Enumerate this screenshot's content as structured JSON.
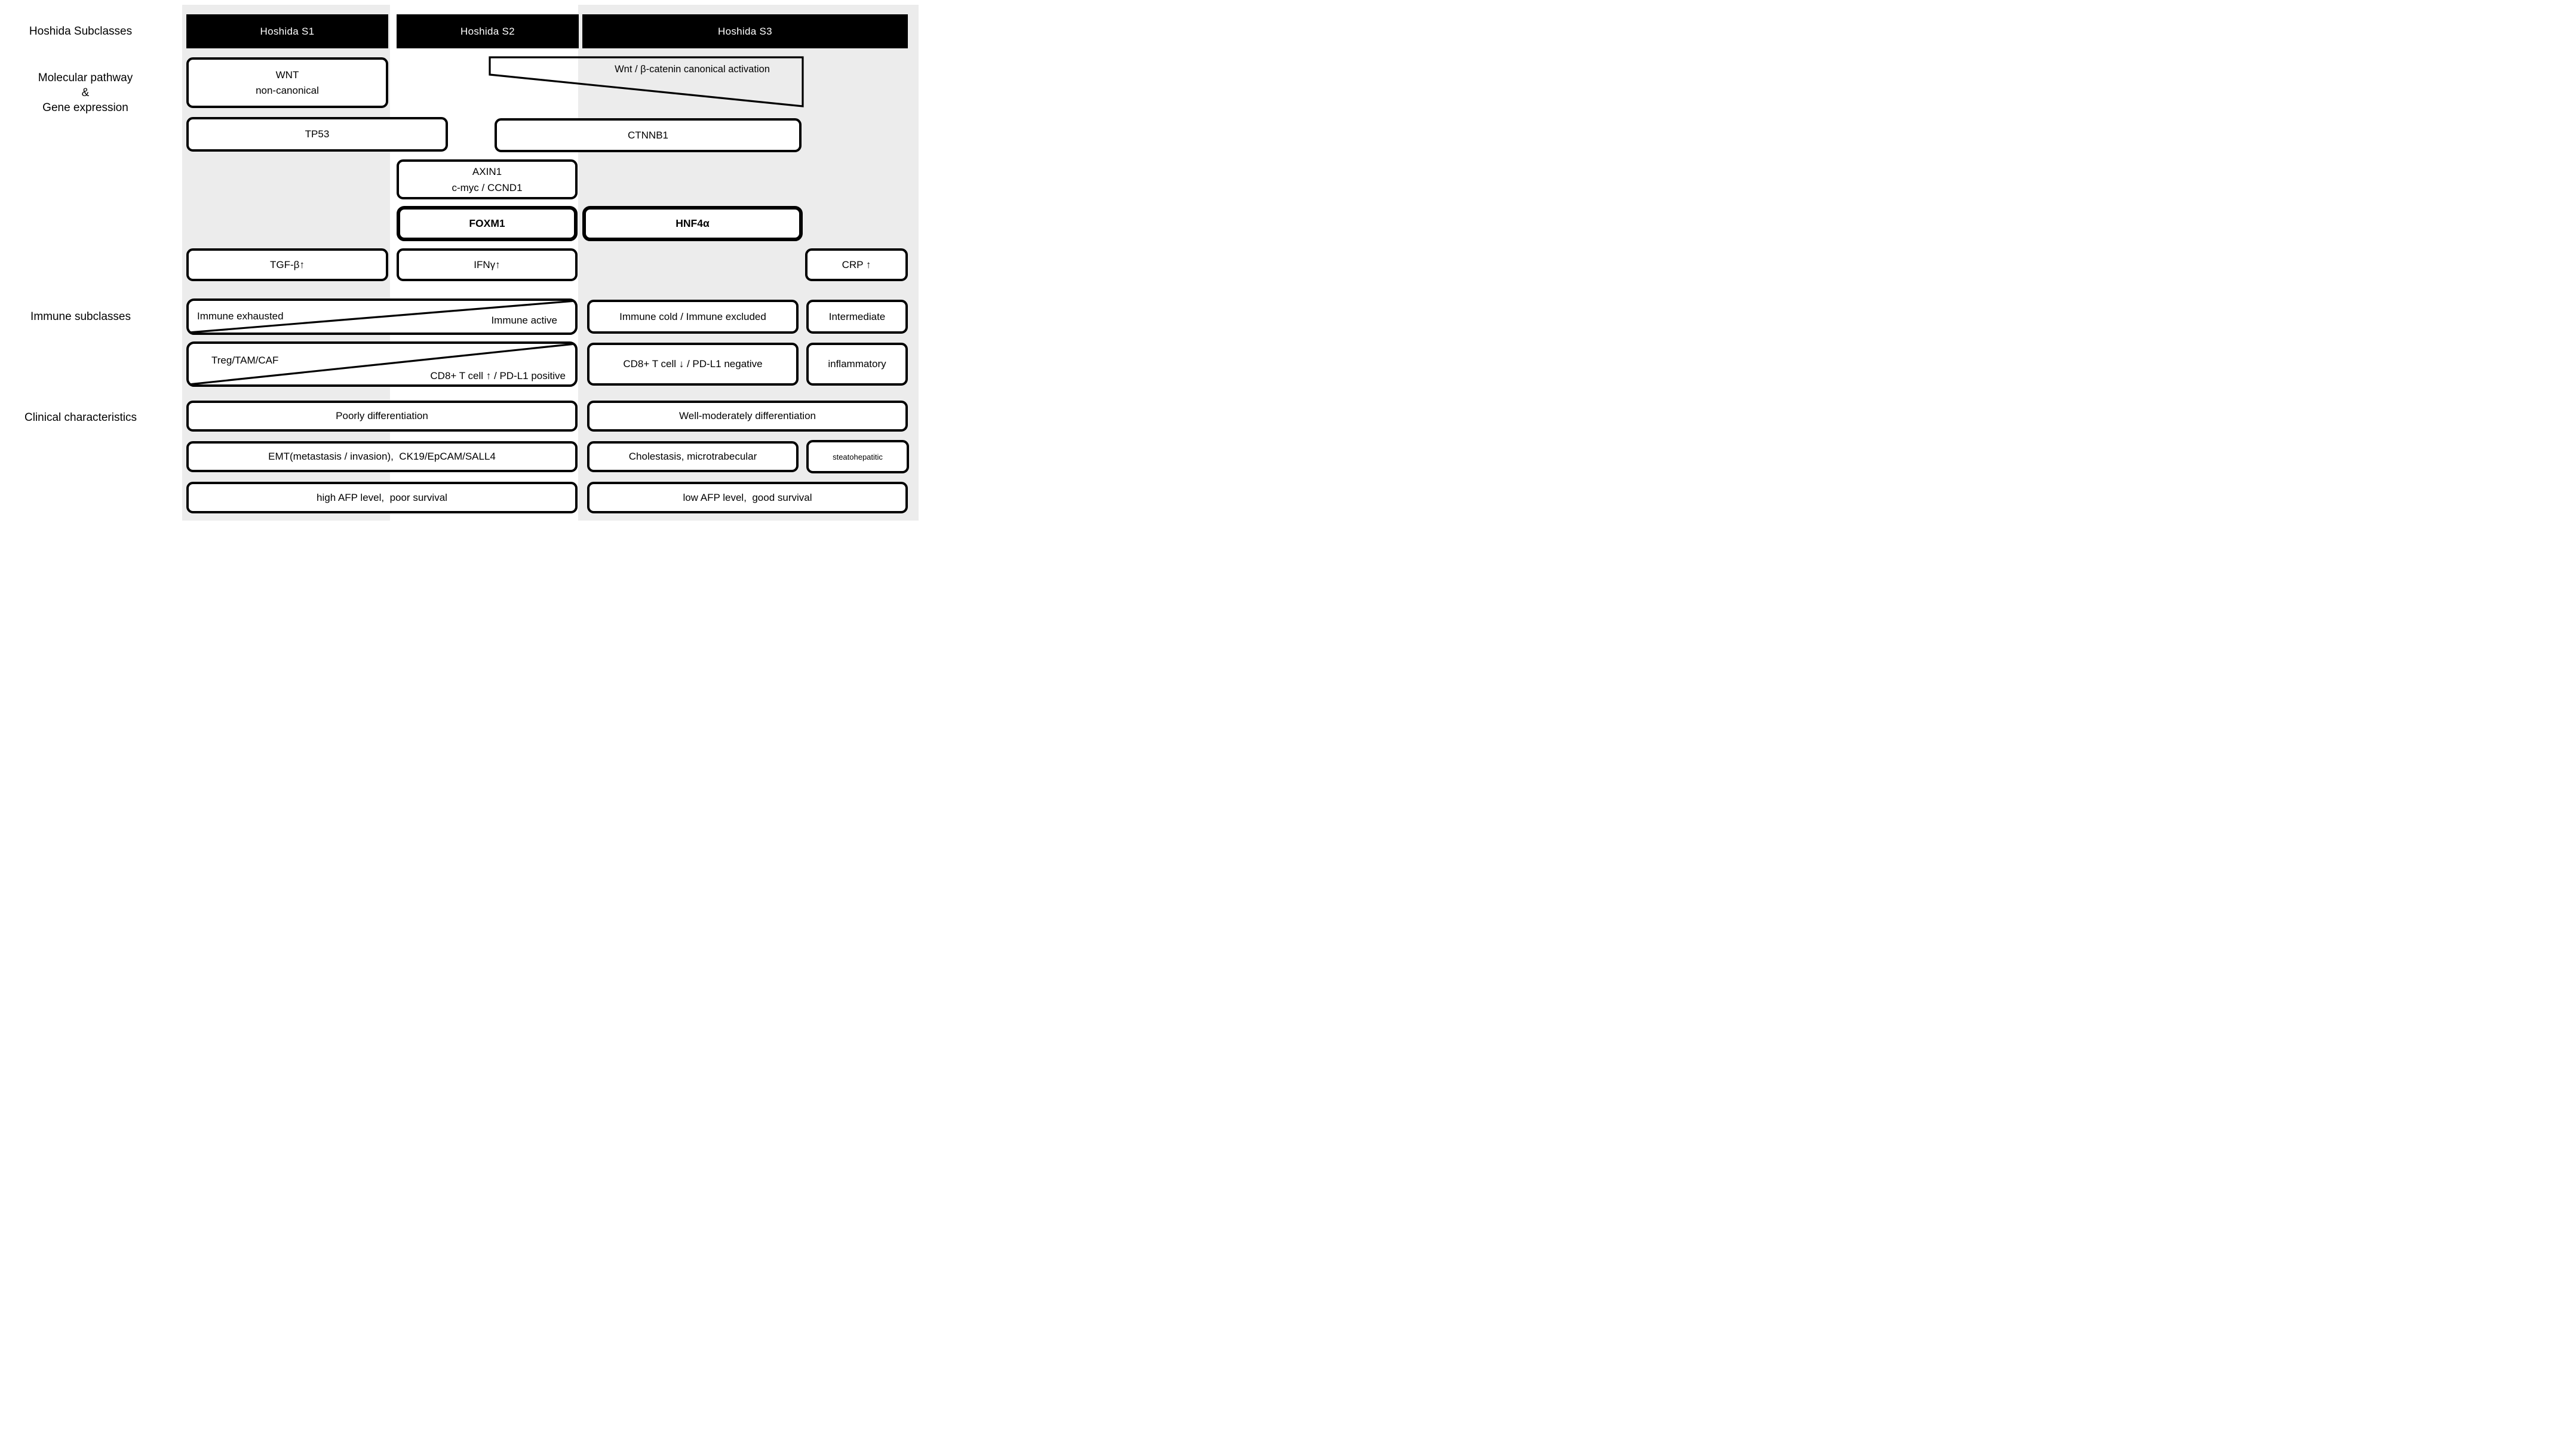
{
  "colors": {
    "column_bg": "#ececec",
    "bar_bg": "#000000",
    "box_border": "#000000",
    "box_fill": "#ffffff",
    "bar_text": "#ffffff",
    "text": "#000000"
  },
  "side_labels": {
    "subclasses": "Hoshida Subclasses",
    "pathway_line1": "Molecular pathway",
    "pathway_line2": "&",
    "pathway_line3": "Gene expression",
    "immune": "Immune subclasses",
    "clinical": "Clinical characteristics"
  },
  "headers": {
    "s1": "Hoshida S1",
    "s2": "Hoshida S2",
    "s3": "Hoshida S3"
  },
  "pathway": {
    "wnt_line1": "WNT",
    "wnt_line2": "non-canonical",
    "wedge_label": "Wnt / β-catenin canonical activation",
    "tp53": "TP53",
    "ctnnb1": "CTNNB1",
    "axin1_line1": "AXIN1",
    "axin1_line2": "c-myc / CCND1",
    "foxm1": "FOXM1",
    "hnf4a": "HNF4α",
    "tgfb": "TGF-β↑",
    "ifng": "IFNγ↑",
    "crp": "CRP ↑"
  },
  "immune": {
    "exhausted": "Immune exhausted",
    "active": "Immune active",
    "treg": "Treg/TAM/CAF",
    "cd8_positive": "CD8+ T cell ↑ / PD-L1 positive",
    "cold_excluded": "Immune cold / Immune excluded",
    "intermediate": "Intermediate",
    "cd8_negative": "CD8+ T cell ↓ / PD-L1 negative",
    "inflammatory": "inflammatory"
  },
  "clinical": {
    "poor_diff": "Poorly differentiation",
    "well_diff": "Well-moderately differentiation",
    "emt": "EMT(metastasis / invasion),  CK19/EpCAM/SALL4",
    "cholestasis": "Cholestasis, microtrabecular",
    "steatohepatitic": "steatohepatitic",
    "high_afp": "high AFP level,  poor survival",
    "low_afp": "low AFP level,  good survival"
  }
}
